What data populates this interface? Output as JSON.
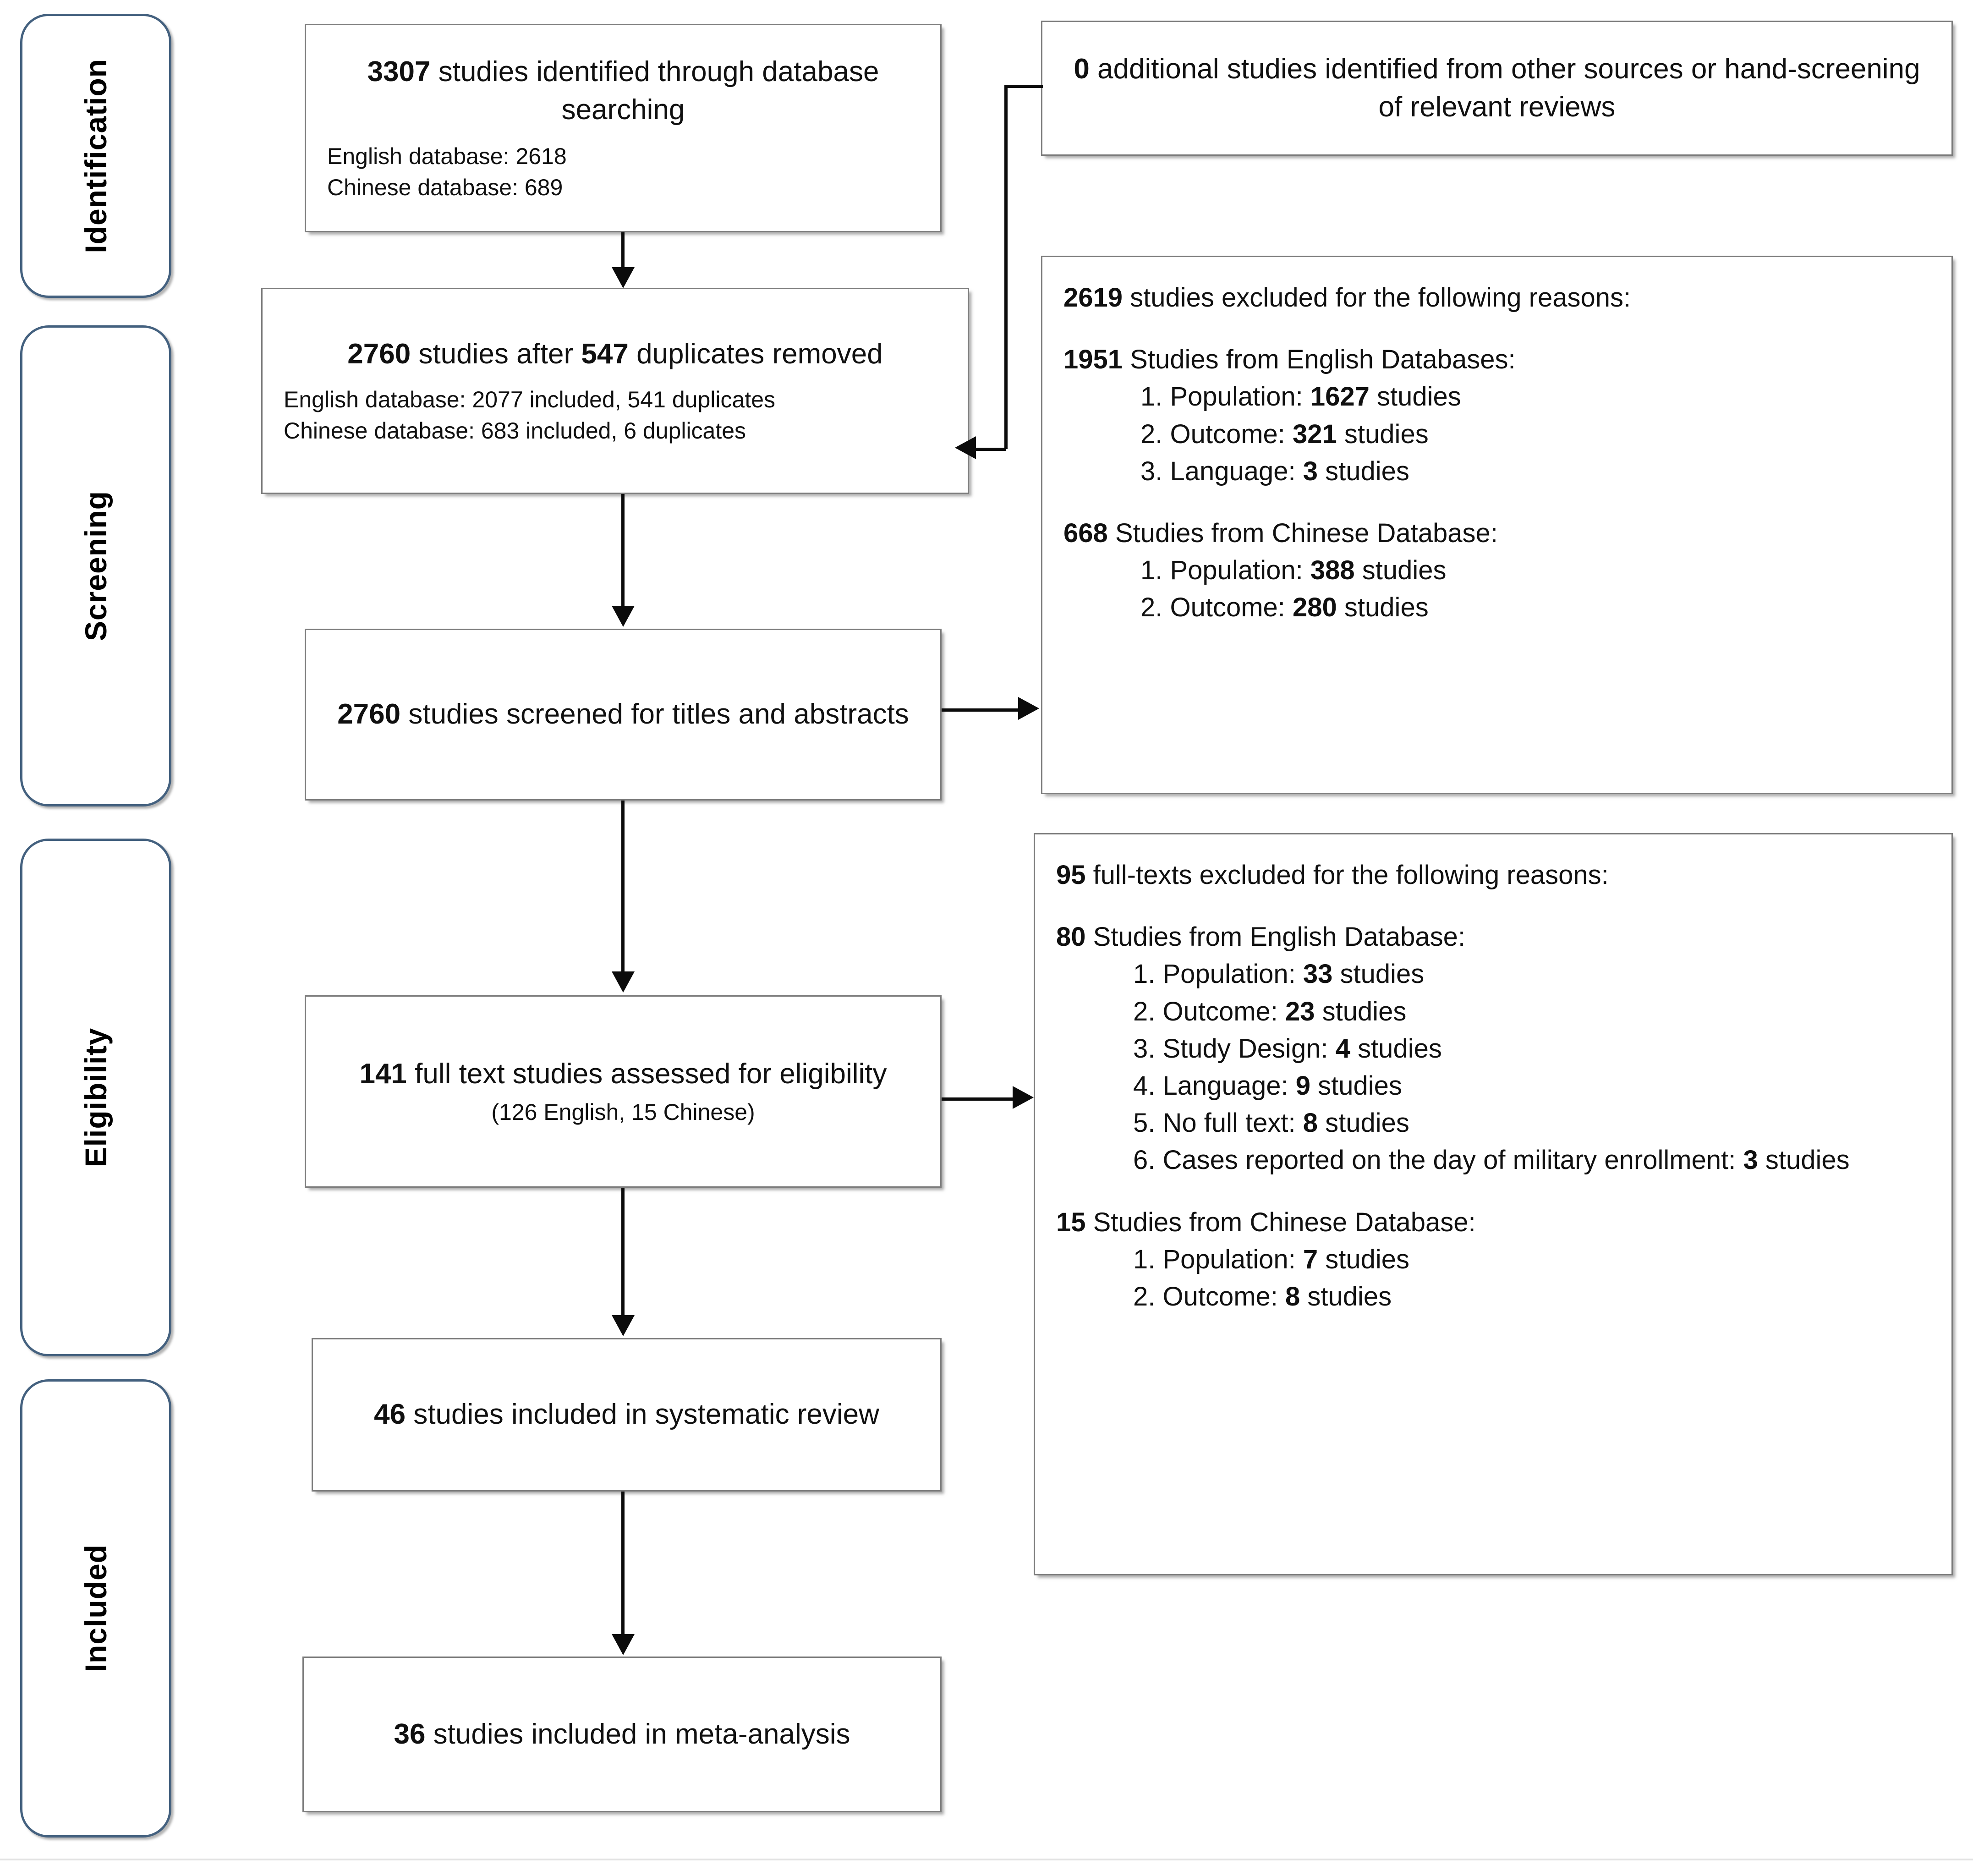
{
  "stages": [
    {
      "id": "identification",
      "label": "Identification"
    },
    {
      "id": "screening",
      "label": "Screening"
    },
    {
      "id": "eligibility",
      "label": "Eligibility"
    },
    {
      "id": "included",
      "label": "Included"
    }
  ],
  "flow": {
    "identified": {
      "count": "3307",
      "text": " studies identified through database searching",
      "detail_english": "English database: 2618",
      "detail_chinese": "Chinese database: 689"
    },
    "additional": {
      "count": "0",
      "text": " additional studies identified from other sources or hand-screening of relevant reviews"
    },
    "deduplicated": {
      "count_a": "2760",
      "mid": " studies after ",
      "count_b": "547",
      "tail": " duplicates removed",
      "detail_english": "English database: 2077 included, 541 duplicates",
      "detail_chinese": "Chinese database: 683 included, 6 duplicates"
    },
    "screened": {
      "count": "2760",
      "text": " studies screened for titles and abstracts"
    },
    "fulltext": {
      "count": "141",
      "text": " full text studies assessed for eligibility",
      "detail": "(126 English, 15 Chinese)"
    },
    "systematic_review": {
      "count": "46",
      "text": " studies included in systematic review"
    },
    "meta_analysis": {
      "count": "36",
      "text": " studies included in meta-analysis"
    }
  },
  "exclusions": {
    "screening": {
      "header_count": "2619",
      "header_text": " studies excluded for the following reasons:",
      "groups": [
        {
          "count": "1951",
          "label": " Studies from English Databases:",
          "items": [
            {
              "num": "1. Population: ",
              "value": "1627",
              "unit": " studies"
            },
            {
              "num": "2. Outcome: ",
              "value": "321",
              "unit": " studies"
            },
            {
              "num": "3. Language: ",
              "value": "3",
              "unit": " studies"
            }
          ]
        },
        {
          "count": "668",
          "label": " Studies from Chinese Database:",
          "items": [
            {
              "num": "1. Population: ",
              "value": "388",
              "unit": " studies"
            },
            {
              "num": "2. Outcome: ",
              "value": "280",
              "unit": " studies"
            }
          ]
        }
      ]
    },
    "eligibility": {
      "header_count": "95",
      "header_text": " full-texts excluded for the following reasons:",
      "groups": [
        {
          "count": "80",
          "label": " Studies from English Database:",
          "items": [
            {
              "num": "1. Population: ",
              "value": "33",
              "unit": " studies"
            },
            {
              "num": "2. Outcome: ",
              "value": "23",
              "unit": " studies"
            },
            {
              "num": "3. Study Design: ",
              "value": "4",
              "unit": " studies"
            },
            {
              "num": "4. Language: ",
              "value": "9",
              "unit": " studies"
            },
            {
              "num": "5. No full text: ",
              "value": "8",
              "unit": " studies"
            },
            {
              "num": "6. Cases reported on the day of military enrollment: ",
              "value": "3",
              "unit": " studies"
            }
          ]
        },
        {
          "count": "15",
          "label": " Studies from Chinese Database:",
          "items": [
            {
              "num": "1. Population: ",
              "value": "7",
              "unit": " studies"
            },
            {
              "num": "2. Outcome: ",
              "value": "8",
              "unit": " studies"
            }
          ]
        }
      ]
    }
  },
  "colors": {
    "stage_border": "#44617f",
    "box_border": "#7d7d7d",
    "connector": "#0b0b0b"
  }
}
